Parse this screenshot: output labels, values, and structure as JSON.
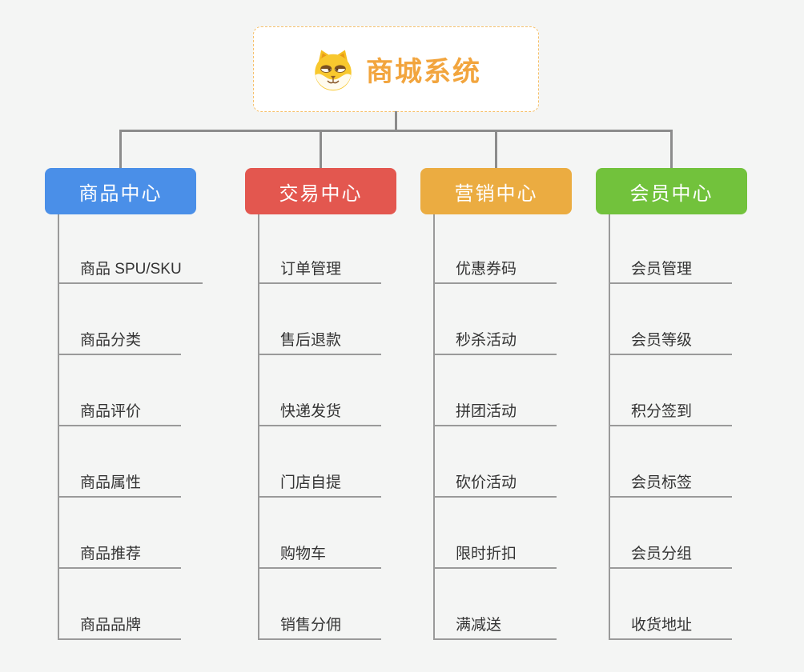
{
  "root": {
    "title": "商城系统",
    "icon": "shiba-dog"
  },
  "branches": [
    {
      "id": "product-center",
      "label": "商品中心",
      "color": "#4a8fe8",
      "items": [
        "商品 SPU/SKU",
        "商品分类",
        "商品评价",
        "商品属性",
        "商品推荐",
        "商品品牌"
      ]
    },
    {
      "id": "trade-center",
      "label": "交易中心",
      "color": "#e3574f",
      "items": [
        "订单管理",
        "售后退款",
        "快递发货",
        "门店自提",
        "购物车",
        "销售分佣"
      ]
    },
    {
      "id": "marketing-center",
      "label": "营销中心",
      "color": "#ebac41",
      "items": [
        "优惠券码",
        "秒杀活动",
        "拼团活动",
        "砍价活动",
        "限时折扣",
        "满减送"
      ]
    },
    {
      "id": "member-center",
      "label": "会员中心",
      "color": "#72c23c",
      "items": [
        "会员管理",
        "会员等级",
        "积分签到",
        "会员标签",
        "会员分组",
        "收货地址"
      ]
    }
  ],
  "colors": {
    "background": "#f4f5f4",
    "connector": "#8c8c8c",
    "leaf_line": "#9a9a9a",
    "root_accent": "#f2a53e",
    "root_border": "#f6c06a",
    "leaf_text": "#343434"
  }
}
